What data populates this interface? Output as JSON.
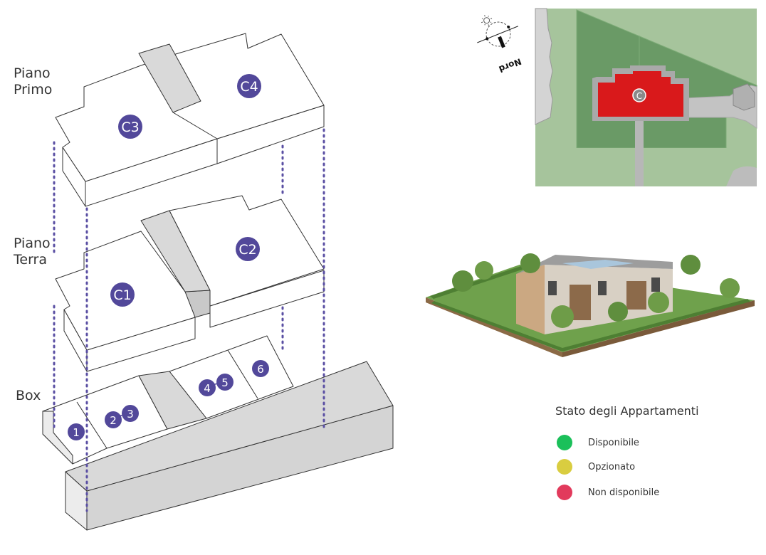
{
  "floors": {
    "primo_line1": "Piano",
    "primo_line2": "Primo",
    "terra_line1": "Piano",
    "terra_line2": "Terra",
    "box": "Box"
  },
  "apartments": {
    "c1": "C1",
    "c2": "C2",
    "c3": "C3",
    "c4": "C4"
  },
  "boxes": {
    "b1": "1",
    "b2": "2",
    "b3": "3",
    "b4": "4",
    "b5": "5",
    "b6": "6"
  },
  "map": {
    "building_marker": "C",
    "compass_label": "Nord"
  },
  "legend": {
    "title": "Stato degli Appartamenti",
    "items": [
      {
        "label": "Disponibile",
        "color": "#1bc05a"
      },
      {
        "label": "Opzionato",
        "color": "#d9cd40"
      },
      {
        "label": "Non disponibile",
        "color": "#e23a5c"
      }
    ]
  },
  "colors": {
    "badge": "#52489a",
    "dotted_line": "#5a4fa3",
    "selected_building": "#d9191b",
    "grass_dark": "#6a9a66",
    "grass_light": "#a6c49c"
  }
}
